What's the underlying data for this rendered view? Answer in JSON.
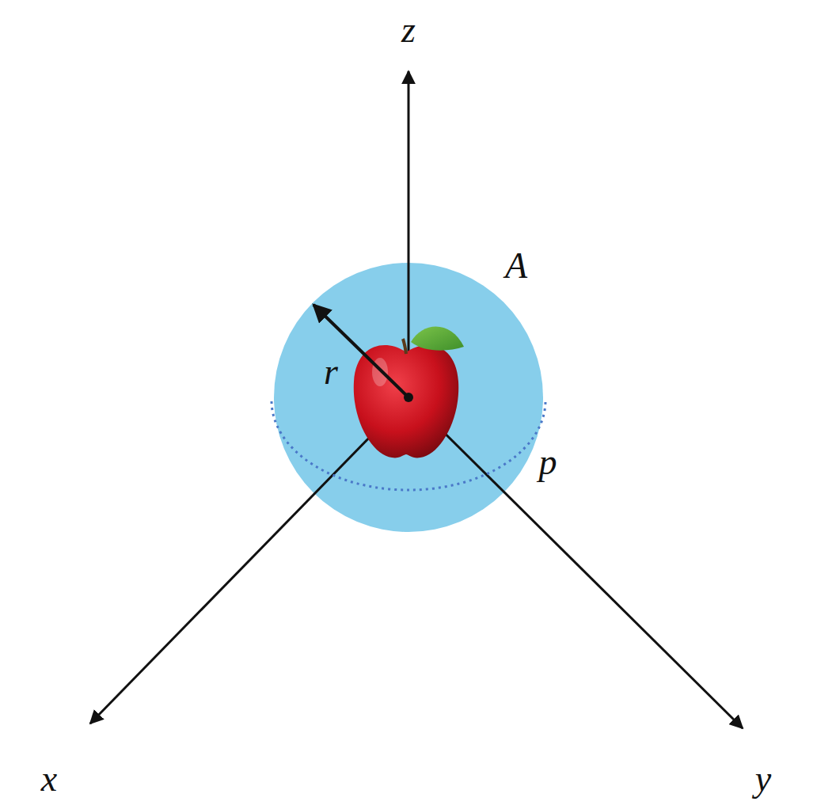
{
  "diagram": {
    "labels": [
      "z",
      "A",
      "r",
      "p",
      "x",
      "y"
    ]
  }
}
